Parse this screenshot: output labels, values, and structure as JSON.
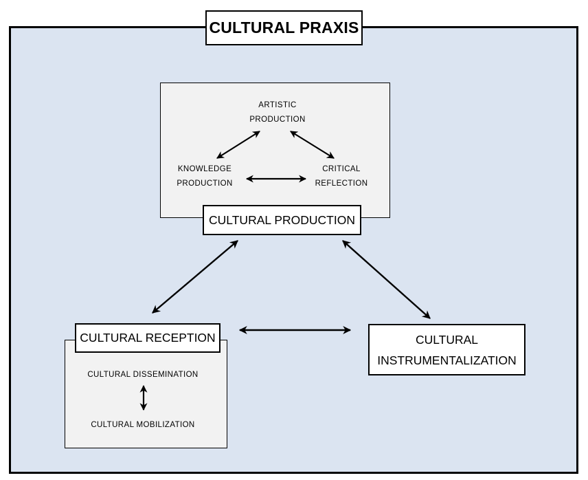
{
  "title": "CULTURAL PRAXIS",
  "production": {
    "label": "CULTURAL PRODUCTION",
    "artistic": [
      "ARTISTIC",
      "PRODUCTION"
    ],
    "knowledge": [
      "KNOWLEDGE",
      "PRODUCTION"
    ],
    "critical": [
      "CRITICAL",
      "REFLECTION"
    ]
  },
  "reception": {
    "label": "CULTURAL RECEPTION",
    "dissemination": "CULTURAL DISSEMINATION",
    "mobilization": "CULTURAL MOBILIZATION"
  },
  "instrumentalization": {
    "line1": "CULTURAL",
    "line2": "INSTRUMENTALIZATION"
  }
}
